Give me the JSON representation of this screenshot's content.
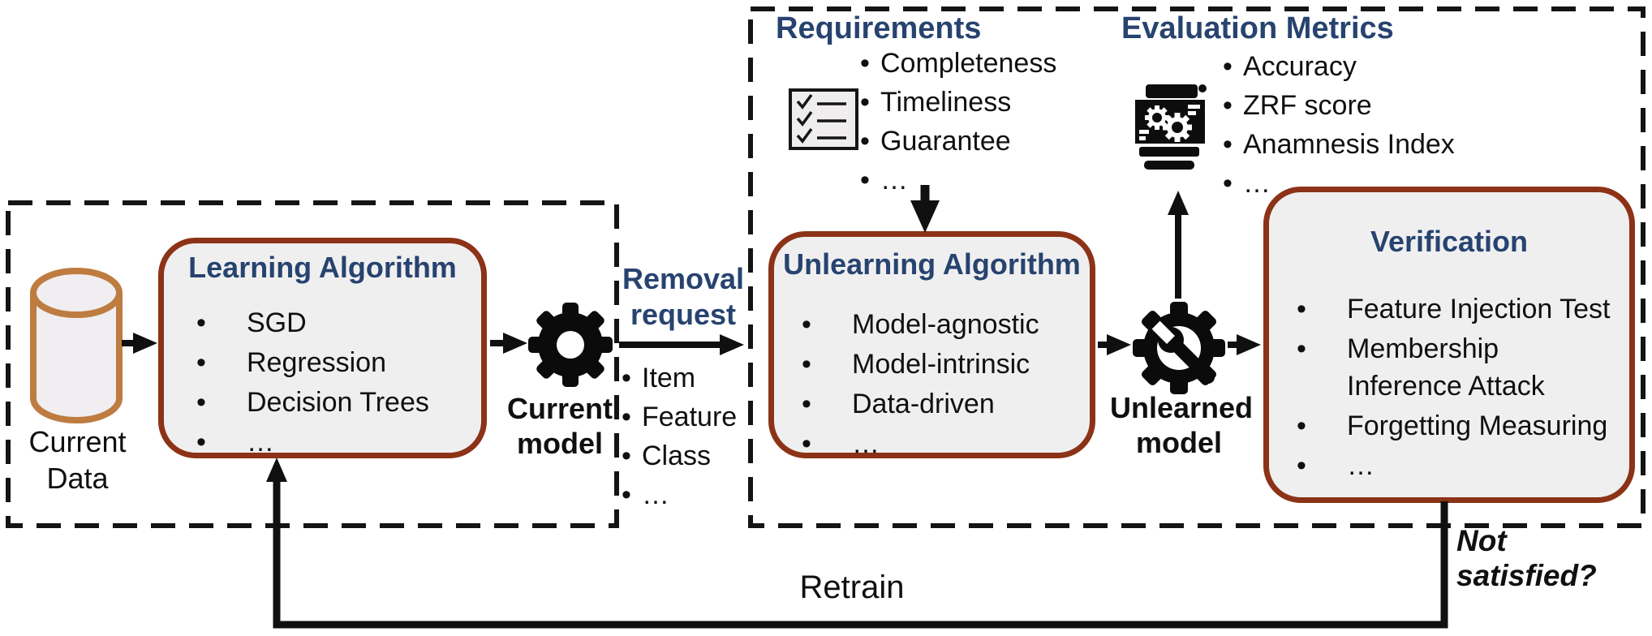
{
  "left_section": {
    "database_label": "Current\nData",
    "learning_box": {
      "title": "Learning Algorithm",
      "items": [
        "SGD",
        "Regression",
        "Decision Trees",
        "…"
      ]
    },
    "current_model_label": "Current\nmodel"
  },
  "removal_request": {
    "title": "Removal\nrequest",
    "items": [
      "Item",
      "Feature",
      "Class",
      "…"
    ]
  },
  "right_section": {
    "requirements": {
      "title": "Requirements",
      "items": [
        "Completeness",
        "Timeliness",
        "Guarantee",
        "…"
      ]
    },
    "unlearning_box": {
      "title": "Unlearning Algorithm",
      "items": [
        "Model-agnostic",
        "Model-intrinsic",
        "Data-driven",
        "…"
      ]
    },
    "unlearned_model_label": "Unlearned\nmodel",
    "evaluation_metrics": {
      "title": "Evaluation Metrics",
      "items": [
        "Accuracy",
        "ZRF score",
        "Anamnesis Index",
        "…"
      ]
    },
    "verification_box": {
      "title": "Verification",
      "items": [
        "Feature Injection Test",
        "Membership\nInference Attack",
        "Forgetting Measuring",
        "…"
      ]
    }
  },
  "feedback": {
    "retrain_label": "Retrain",
    "not_satisfied_label": "Not\nsatisfied?"
  },
  "colors": {
    "box_border": "#8C3317",
    "title_blue": "#27436F",
    "box_fill": "#F0EFF0",
    "cylinder_stroke": "#BE7C41",
    "line_black": "#101010"
  }
}
